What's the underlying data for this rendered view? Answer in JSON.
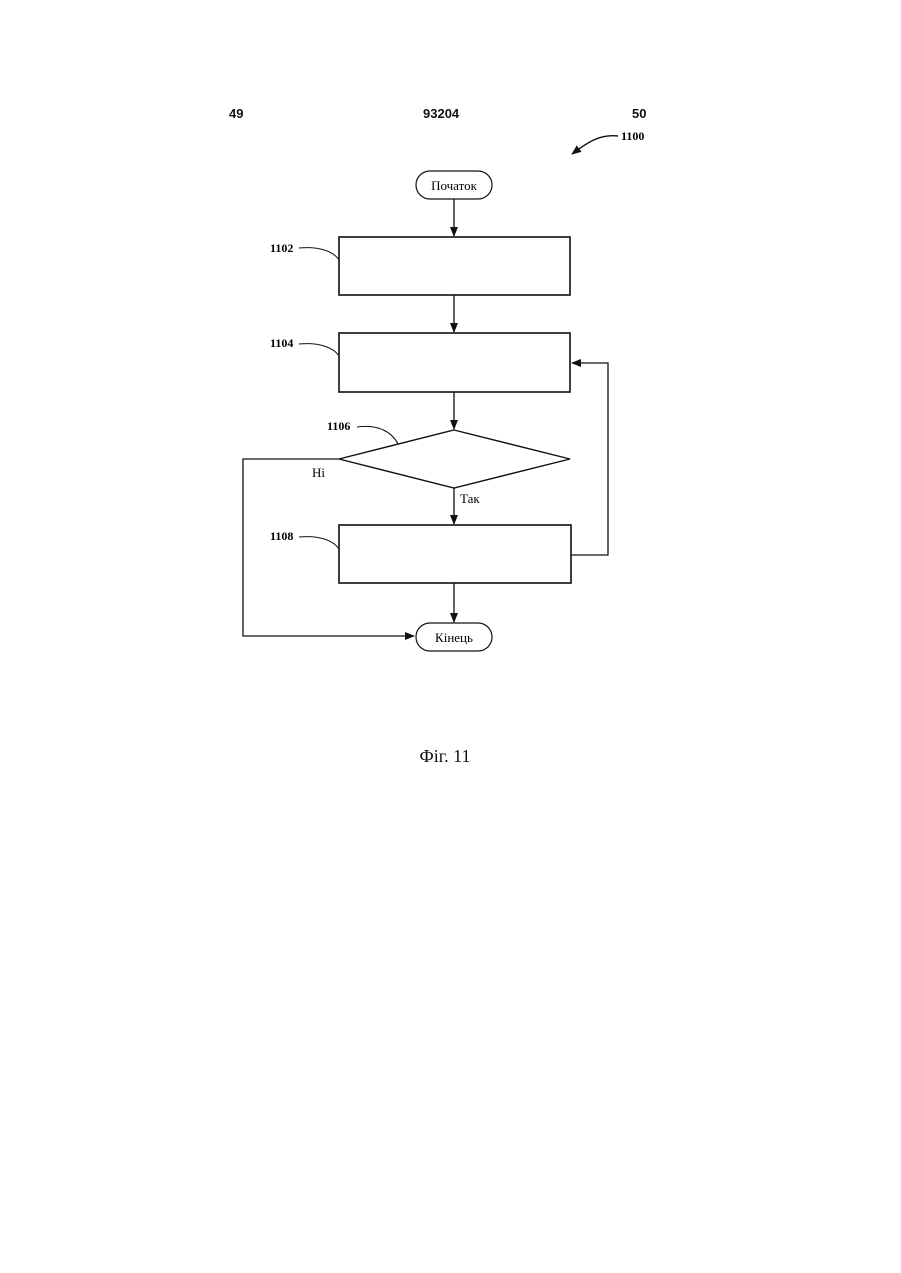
{
  "header": {
    "page_left": "49",
    "patent_number": "93204",
    "page_right": "50"
  },
  "diagram": {
    "figure_ref": "1100",
    "start_label": "Початок",
    "end_label": "Кінець",
    "steps": [
      {
        "ref": "1102",
        "text": ""
      },
      {
        "ref": "1104",
        "text": ""
      },
      {
        "ref": "1108",
        "text": ""
      }
    ],
    "decision": {
      "ref": "1106",
      "text": "",
      "no_label": "Ні",
      "yes_label": "Так"
    }
  },
  "caption": "Фіг. 11"
}
